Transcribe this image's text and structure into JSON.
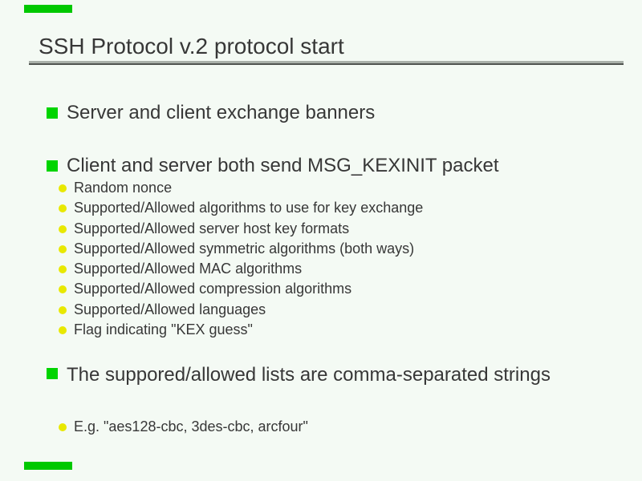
{
  "slide": {
    "title": "SSH Protocol v.2 protocol start",
    "sections": [
      {
        "heading": "Server and client exchange banners",
        "items": []
      },
      {
        "heading": "Client and server both send MSG_KEXINIT packet",
        "items": [
          "Random nonce",
          "Supported/Allowed algorithms to use for key exchange",
          "Supported/Allowed server host key formats",
          "Supported/Allowed symmetric algorithms (both ways)",
          "Supported/Allowed MAC algorithms",
          "Supported/Allowed compression algorithms",
          "Supported/Allowed languages",
          "Flag indicating \"KEX guess\""
        ]
      },
      {
        "heading": "The suppored/allowed lists are comma-separated strings",
        "items": [
          "E.g. \"aes128-cbc, 3des-cbc, arcfour\""
        ]
      }
    ],
    "colors": {
      "background": "#F4FAF4",
      "text": "#373737",
      "bullet_green": "#00D400",
      "bullet_yellow": "#E8E800",
      "rule_light": "#A9B0A9",
      "rule_dark": "#515551",
      "decor_bar_green": "#00C800"
    }
  }
}
